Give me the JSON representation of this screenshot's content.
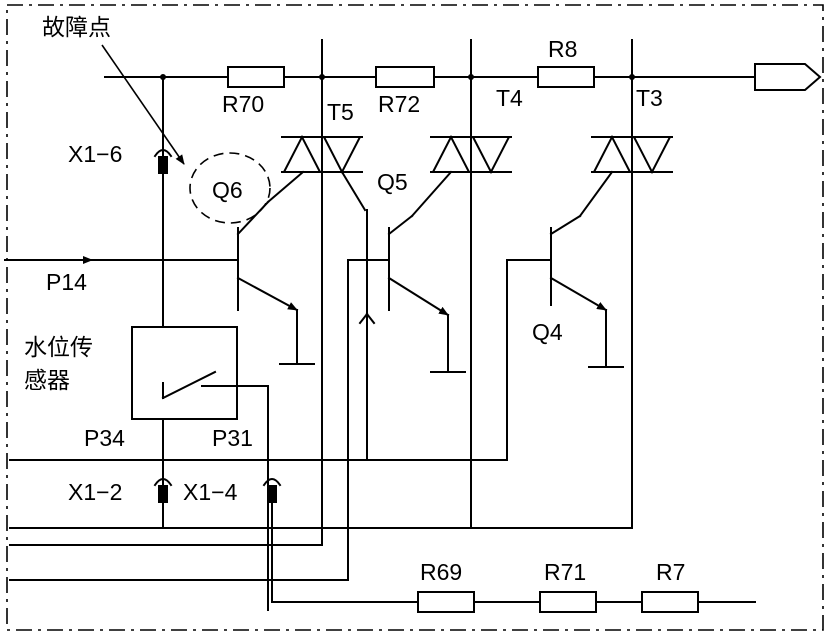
{
  "labels": {
    "fault_point": "故障点",
    "sensor_line1": "水位传",
    "sensor_line2": "感器",
    "r70": "R70",
    "r72": "R72",
    "r8": "R8",
    "r69": "R69",
    "r71": "R71",
    "r7": "R7",
    "t5": "T5",
    "t4": "T4",
    "t3": "T3",
    "q6": "Q6",
    "q5": "Q5",
    "q4": "Q4",
    "p14": "P14",
    "p34": "P34",
    "p31": "P31",
    "x1_6": "X1−6",
    "x1_2": "X1−2",
    "x1_4": "X1−4"
  }
}
